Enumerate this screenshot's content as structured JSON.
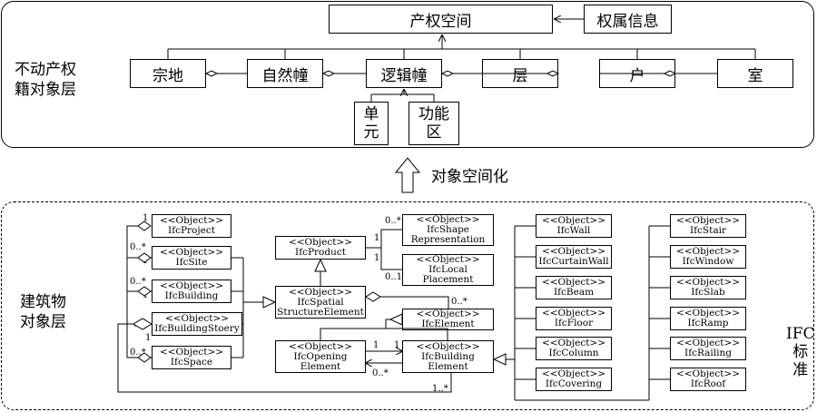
{
  "top_layer": {
    "label_lines": [
      "不动产权",
      "籍对象层"
    ],
    "property_space": "产权空间",
    "ownership_info": "权属信息",
    "row": [
      "宗地",
      "自然幢",
      "逻辑幢",
      "层",
      "户",
      "室"
    ],
    "unit_lines": [
      "单",
      "元"
    ],
    "function_zone_lines": [
      "功能",
      "区"
    ]
  },
  "arrow_label": "对象空间化",
  "bottom_layer": {
    "label_lines": [
      "建筑物",
      "对象层"
    ],
    "ifc_label_lines": [
      "IFC",
      "标",
      "准"
    ],
    "stereotype": "<<Object>>",
    "left_chain": [
      {
        "id": "project",
        "lines": [
          "IfcProject"
        ]
      },
      {
        "id": "site",
        "lines": [
          "IfcSite"
        ]
      },
      {
        "id": "building",
        "lines": [
          "IfcBuilding"
        ]
      },
      {
        "id": "storey",
        "lines": [
          "IfcBuildingStoery"
        ]
      },
      {
        "id": "space",
        "lines": [
          "IfcSpace"
        ]
      }
    ],
    "middle": [
      {
        "id": "product",
        "lines": [
          "IfcProduct"
        ]
      },
      {
        "id": "shape",
        "lines": [
          "IfcShape",
          "Representation"
        ]
      },
      {
        "id": "local",
        "lines": [
          "IfcLocal",
          "Placement"
        ]
      },
      {
        "id": "spatial",
        "lines": [
          "IfcSpatial",
          "StructureElement"
        ]
      },
      {
        "id": "element",
        "lines": [
          "IfcElement"
        ]
      },
      {
        "id": "opening",
        "lines": [
          "IfcOpening",
          "Element"
        ]
      },
      {
        "id": "bldgelem",
        "lines": [
          "IfcBuilding",
          "Element"
        ]
      }
    ],
    "col1": [
      {
        "id": "wall",
        "lines": [
          "IfcWall"
        ]
      },
      {
        "id": "curtain",
        "lines": [
          "IfcCurtainWall"
        ]
      },
      {
        "id": "beam",
        "lines": [
          "IfcBeam"
        ]
      },
      {
        "id": "floor",
        "lines": [
          "IfcFloor"
        ]
      },
      {
        "id": "column",
        "lines": [
          "IfcColumn"
        ]
      },
      {
        "id": "covering",
        "lines": [
          "IfcCovering"
        ]
      }
    ],
    "col2": [
      {
        "id": "stair",
        "lines": [
          "IfcStair"
        ]
      },
      {
        "id": "window",
        "lines": [
          "IfcWindow"
        ]
      },
      {
        "id": "slab",
        "lines": [
          "IfcSlab"
        ]
      },
      {
        "id": "ramp",
        "lines": [
          "IfcRamp"
        ]
      },
      {
        "id": "railing",
        "lines": [
          "IfcRailing"
        ]
      },
      {
        "id": "roof",
        "lines": [
          "IfcRoof"
        ]
      }
    ],
    "multiplicities": {
      "one": "1",
      "zero_many": "0..*",
      "zero_one": "0..1",
      "many": "*",
      "one_many": "1..*"
    }
  }
}
